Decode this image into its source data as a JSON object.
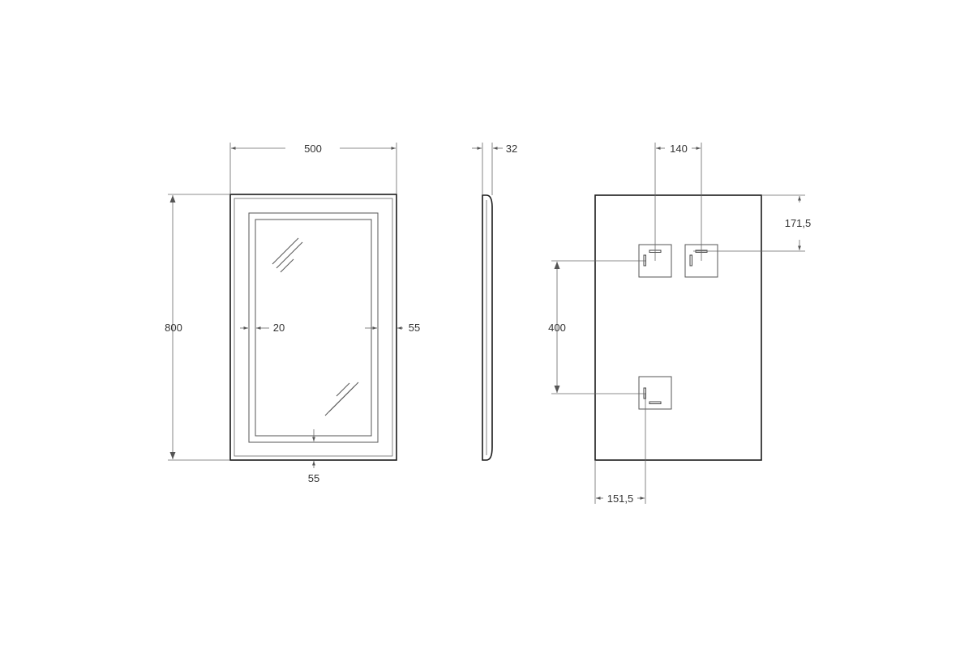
{
  "colors": {
    "line": "#1a1a1a",
    "dimension": "#666666",
    "text": "#333333",
    "background": "#ffffff"
  },
  "front_view": {
    "width_label": "500",
    "height_label": "800",
    "frame_label": "20",
    "border_right_label": "55",
    "border_bottom_label": "55"
  },
  "side_view": {
    "depth_label": "32"
  },
  "back_view": {
    "bracket_spacing_label": "140",
    "top_offset_label": "171,5",
    "vertical_spacing_label": "400",
    "left_offset_label": "151,5"
  }
}
